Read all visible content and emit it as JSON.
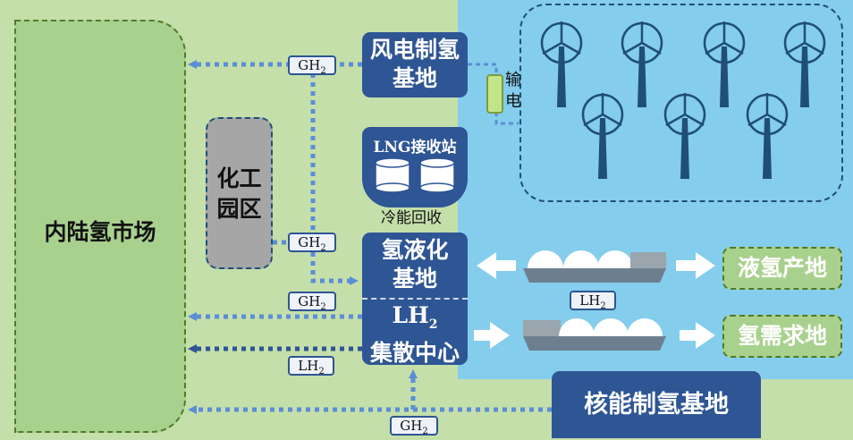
{
  "labels": {
    "inland_market": "内陆氢市场",
    "chemical_park": [
      "化工",
      "园区"
    ],
    "wind_base": [
      "风电制氢",
      "基地"
    ],
    "transmission": [
      "输",
      "电"
    ],
    "lng_station": "LNG接收站",
    "cold_energy": "冷能回收",
    "liquefaction_base": [
      "氢液化",
      "基地"
    ],
    "lh2_center_line1_main": "LH",
    "lh2_center_line1_sub": "2",
    "lh2_center_line2": "集散中心",
    "liquid_h2_production": "液氢产地",
    "h2_demand": "氢需求地",
    "nuclear_base": "核能制氢基地"
  },
  "tags": {
    "gh2_main": "GH",
    "lh2_main": "LH",
    "sub": "2"
  },
  "colors": {
    "sea": "#84cdec",
    "land": "#c5dfaa",
    "inland": "#a9d18e",
    "navy": "#2e5594",
    "gh2_arrow": "#5b8ed6",
    "lh2_arrow": "#2e5594"
  }
}
